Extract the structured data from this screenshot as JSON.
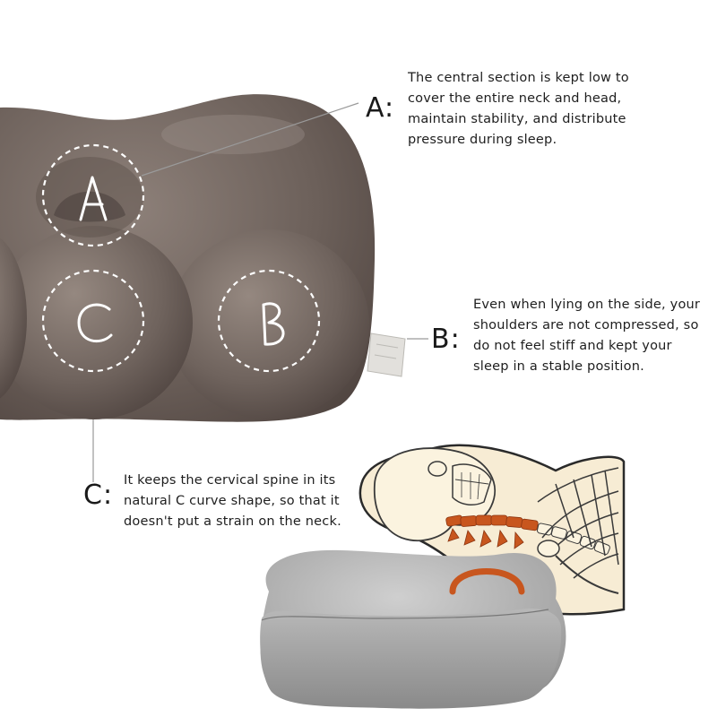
{
  "markers": {
    "a": {
      "letter": "A:",
      "lines": [
        "The central section is kept low to",
        "cover the entire neck and head,",
        "maintain stability, and distribute",
        "pressure during sleep."
      ]
    },
    "b": {
      "letter": "B:",
      "lines": [
        "Even when lying on the side, your",
        "shoulders are not compressed, so",
        "do not feel stiff and kept your",
        "sleep in a stable position."
      ]
    },
    "c": {
      "letter": "C:",
      "lines": [
        "It keeps the cervical spine in its",
        "natural C curve shape, so that it",
        "doesn't put a strain on the neck."
      ]
    }
  },
  "pillow_zones": {
    "a": "A",
    "b": "B",
    "c": "C"
  },
  "colors": {
    "pillow_brown": "#6e625d",
    "pillow_gray": "#a9a9a9",
    "spine_orange": "#c8561e",
    "skin": "#f7ecd4"
  }
}
